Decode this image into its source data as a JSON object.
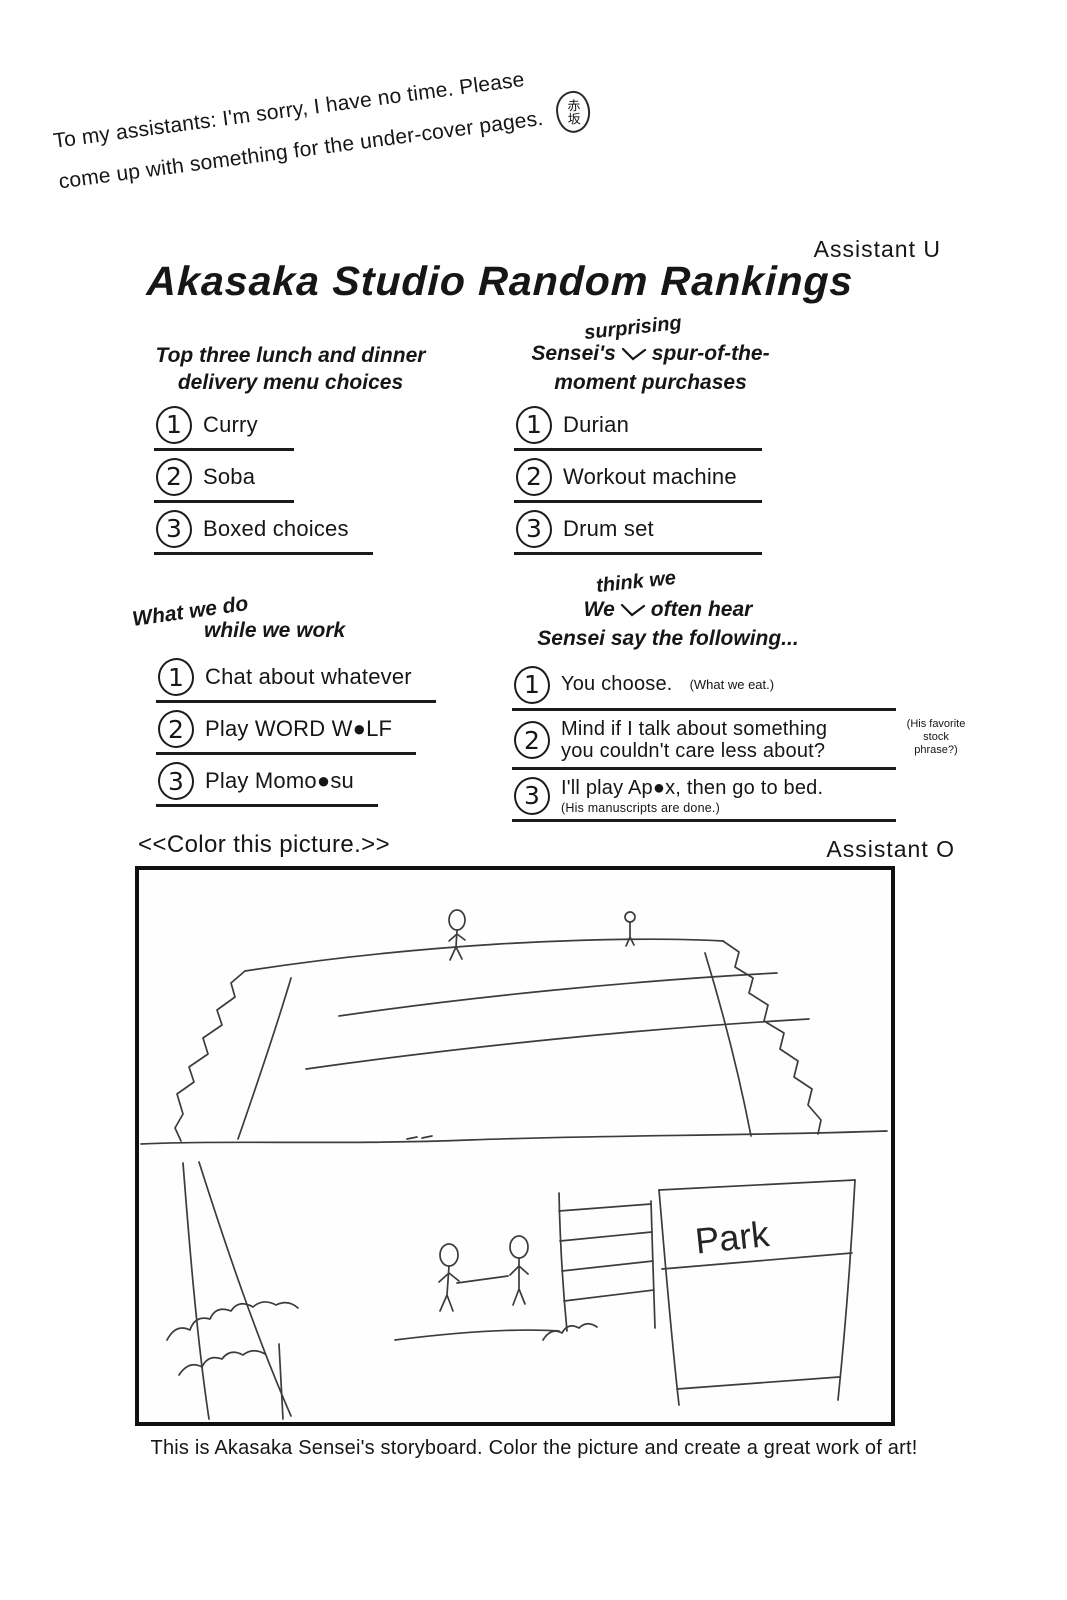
{
  "note": {
    "line1": "To my assistants: I'm sorry, I have no time. Please",
    "line2": "come up with something for the under-cover pages.",
    "stamp": "赤坂"
  },
  "credit_top": "Assistant U",
  "credit_bottom": "Assistant O",
  "title": "Akasaka Studio Random Rankings",
  "rankings": {
    "lunch": {
      "heading1": "Top three lunch and dinner",
      "heading2": "delivery menu choices",
      "items": [
        {
          "num": "1",
          "text": "Curry"
        },
        {
          "num": "2",
          "text": "Soba"
        },
        {
          "num": "3",
          "text": "Boxed choices"
        }
      ]
    },
    "purchases": {
      "insert": "surprising",
      "heading1a": "Sensei's",
      "heading1b": "spur-of-the-",
      "heading2": "moment purchases",
      "items": [
        {
          "num": "1",
          "text": "Durian"
        },
        {
          "num": "2",
          "text": "Workout machine"
        },
        {
          "num": "3",
          "text": "Drum set"
        }
      ]
    },
    "work": {
      "heading1": "What we do",
      "heading2": "while we work",
      "items": [
        {
          "num": "1",
          "text": "Chat about whatever"
        },
        {
          "num": "2",
          "text": "Play WORD W●LF"
        },
        {
          "num": "3",
          "text": "Play Momo●su"
        }
      ]
    },
    "sayings": {
      "insert": "think we",
      "heading1a": "We",
      "heading1b": "often hear",
      "heading2": "Sensei say the following...",
      "items": [
        {
          "num": "1",
          "text": "You choose.",
          "note_inline": "(What we eat.)"
        },
        {
          "num": "2",
          "line1": "Mind if I talk about something",
          "line2": "you couldn't care less about?",
          "note_side": "(His favorite stock phrase?)"
        },
        {
          "num": "3",
          "text": "I'll play Ap●x, then go to bed.",
          "note_below": "(His manuscripts are done.)"
        }
      ]
    }
  },
  "color_section": {
    "prompt": "<<Color this picture.>>",
    "park_label": "Park",
    "caption": "This is Akasaka Sensei's storyboard. Color the picture and create a great work of art!"
  }
}
